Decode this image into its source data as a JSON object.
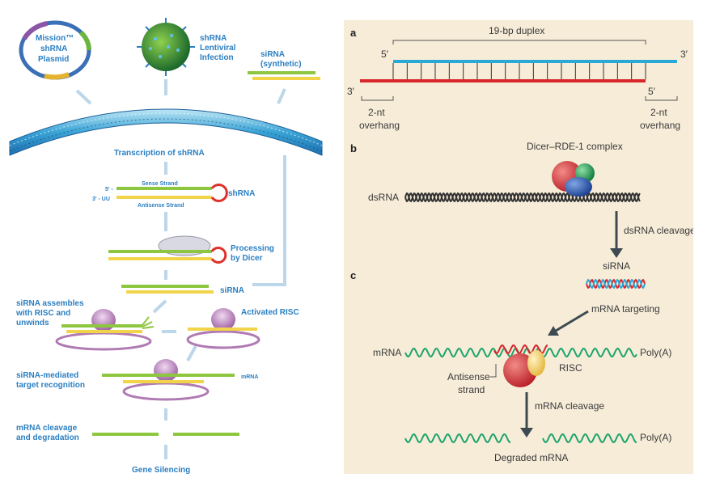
{
  "left": {
    "plasmid": {
      "line1": "Mission™",
      "line2": "shRNA",
      "line3": "Plasmid"
    },
    "lenti": {
      "line1": "shRNA",
      "line2": "Lentiviral",
      "line3": "Infection"
    },
    "sirna_syn": {
      "line1": "siRNA",
      "line2": "(synthetic)"
    },
    "transcription": "Transcription of shRNA",
    "sense": "Sense Strand",
    "antisense": "Antisense Strand",
    "five_prime": "5' -",
    "three_prime_uu": "3' - UU",
    "shrna": "shRNA",
    "processing": {
      "line1": "Processing",
      "line2": "by Dicer"
    },
    "sirna": "siRNA",
    "assembles": {
      "line1": "siRNA assembles",
      "line2": "with RISC and",
      "line3": "unwinds"
    },
    "activated": "Activated RISC",
    "recognition": {
      "line1": "siRNA-mediated",
      "line2": "target recognition"
    },
    "mrna": "mRNA",
    "cleavage": {
      "line1": "mRNA cleavage",
      "line2": "and degradation"
    },
    "silencing": "Gene Silencing"
  },
  "right": {
    "panel_a": "a",
    "duplex": "19-bp duplex",
    "five_top": "5′",
    "three_top": "3′",
    "three_bot": "3′",
    "five_bot": "5′",
    "overhang_left": {
      "line1": "2-nt",
      "line2": "overhang"
    },
    "overhang_right": {
      "line1": "2-nt",
      "line2": "overhang"
    },
    "panel_b": "b",
    "dicer": "Dicer–RDE-1 complex",
    "dsrna": "dsRNA",
    "dsrna_cleavage": "dsRNA cleavage",
    "panel_c": "c",
    "sirna": "siRNA",
    "targeting": "mRNA targeting",
    "mrna": "mRNA",
    "polya1": "Poly(A)",
    "antisense": {
      "line1": "Antisense",
      "line2": "strand"
    },
    "risc": "RISC",
    "mrna_cleavage": "mRNA cleavage",
    "polya2": "Poly(A)",
    "degraded": "Degraded mRNA"
  },
  "colors": {
    "blue_text": "#2b7fc2",
    "strand_green": "#8dc63f",
    "strand_yellow": "#f2d44a",
    "loop_red": "#e0302a",
    "duplex_blue": "#2aa8d8",
    "duplex_red": "#d9262c",
    "panel_bg": "#f6ecd8",
    "mrna_green": "#1aa36b",
    "risc_purple": "#b07ab3"
  }
}
